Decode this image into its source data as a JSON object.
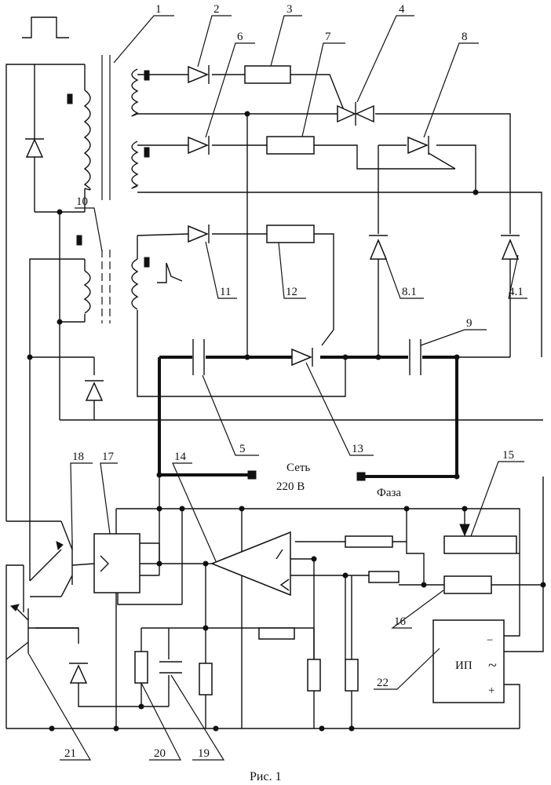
{
  "figure": {
    "caption": "Рис. 1",
    "mains": "Сеть",
    "mains_voltage": "220 В",
    "phase": "Фаза",
    "power_supply": "ИП",
    "ps_minus": "−",
    "ps_ac": "~",
    "ps_plus": "+"
  },
  "callouts": [
    "1",
    "2",
    "3",
    "4",
    "6",
    "7",
    "8",
    "10",
    "11",
    "12",
    "8.1",
    "4.1",
    "9",
    "5",
    "13",
    "14",
    "15",
    "16",
    "17",
    "18",
    "21",
    "20",
    "19",
    "22"
  ]
}
